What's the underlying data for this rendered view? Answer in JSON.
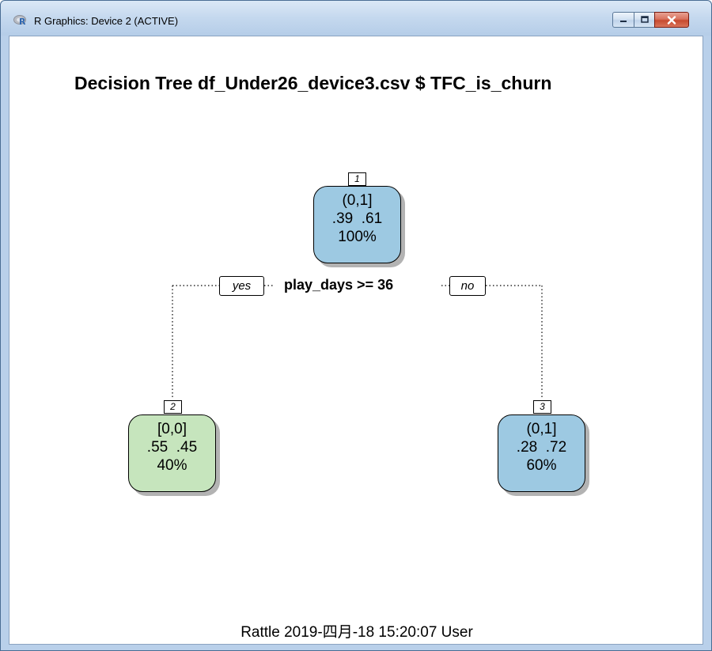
{
  "window": {
    "title": "R Graphics: Device 2 (ACTIVE)",
    "icon": "r-logo-icon"
  },
  "caption_buttons": {
    "minimize_icon": "minimize-icon",
    "maximize_icon": "maximize-icon",
    "close_icon": "close-icon"
  },
  "plot": {
    "title": "Decision Tree df_Under26_device3.csv $ TFC_is_churn",
    "split": {
      "label": "play_days >= 36",
      "yes_label": "yes",
      "no_label": "no"
    },
    "nodes": [
      {
        "num": "1",
        "class": "(0,1]",
        "probs": ".39  .61",
        "pct": "100%",
        "color": "#9dc9e2"
      },
      {
        "num": "2",
        "class": "[0,0]",
        "probs": ".55  .45",
        "pct": "40%",
        "color": "#c6e5bd"
      },
      {
        "num": "3",
        "class": "(0,1]",
        "probs": ".28  .72",
        "pct": "60%",
        "color": "#9dc9e2"
      }
    ],
    "footer": "Rattle 2019-四月-18 15:20:07 User"
  }
}
